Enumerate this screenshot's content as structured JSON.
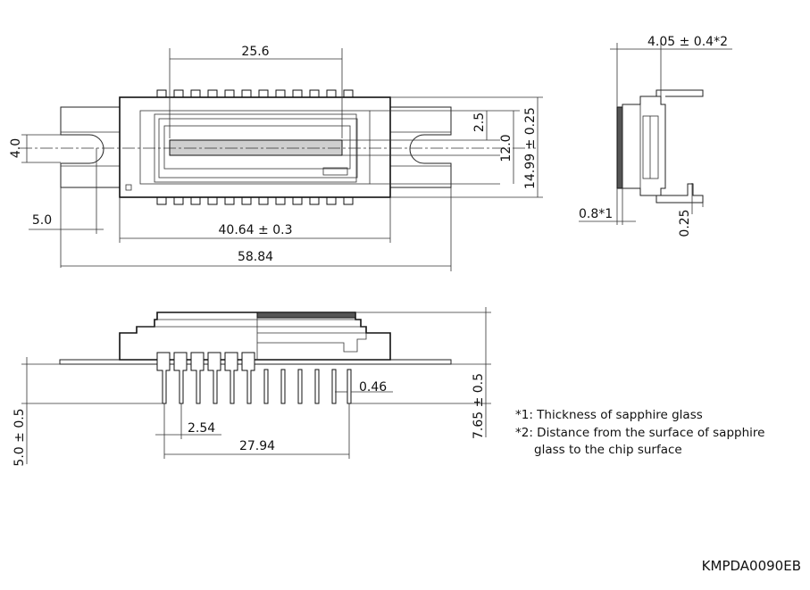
{
  "dimensions": {
    "window_length": "25.6",
    "left_slot_height": "4.0",
    "left_slot_width": "5.0",
    "body_length": "40.64 ± 0.3",
    "total_length": "58.84",
    "window_offset": "2.5",
    "window_height": "12.0",
    "body_width": "14.99 ± 0.25",
    "side_depth": "4.05 ± 0.4*2",
    "glass_thickness": "0.8*1",
    "lead_thickness": "0.25",
    "pin_length": "5.0 ± 0.5",
    "total_height": "7.65 ± 0.5",
    "pin_diameter": "0.46",
    "pin_pitch": "2.54",
    "pin_span": "27.94"
  },
  "notes": [
    "*1: Thickness of sapphire glass",
    "*2: Distance from the surface of sapphire",
    "glass to the chip surface"
  ],
  "drawing_code": "KMPDA0090EB",
  "colors": {
    "line": "#222222",
    "window": "#cfcfcf",
    "glass": "#555555"
  }
}
